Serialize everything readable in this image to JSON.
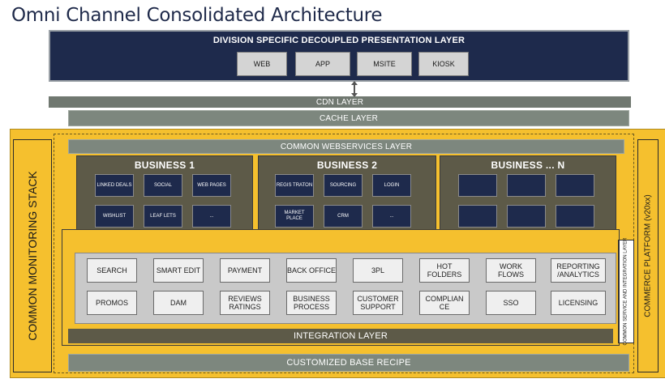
{
  "title": "Omni Channel Consolidated Architecture",
  "presentation": {
    "label": "DIVISION SPECIFIC DECOUPLED PRESENTATION LAYER",
    "channels": [
      "WEB",
      "APP",
      "MSITE",
      "KIOSK"
    ]
  },
  "layers": {
    "cdn": "CDN LAYER",
    "cache": "CACHE LAYER",
    "common_webservices": "COMMON WEBSERVICES LAYER",
    "integration": "INTEGRATION LAYER",
    "base_recipe": "CUSTOMIZED BASE RECIPE"
  },
  "side_labels": {
    "monitoring": "COMMON MONITORING STACK",
    "commerce": "COMMERCE PLATFORM (v20xx)",
    "service_integration": "COMMON SERVICE AND INTEGRATION LAYER"
  },
  "businesses": [
    {
      "title": "BUSINESS 1",
      "items": [
        "LINKED DEALS",
        "SOCIAL",
        "WEB PAGES",
        "WISHLIST",
        "LEAF LETS",
        "..."
      ]
    },
    {
      "title": "BUSINESS 2",
      "items": [
        "REGIS TRATON",
        "SOURCING",
        "LOGIN",
        "MARKET PLACE",
        "CRM",
        "..."
      ]
    },
    {
      "title": "BUSINESS ... N",
      "items": [
        "",
        "",
        "",
        "",
        "",
        ""
      ]
    }
  ],
  "services": [
    [
      "SEARCH",
      "SMART EDIT",
      "PAYMENT",
      "BACK OFFICE",
      "3PL",
      "HOT FOLDERS",
      "WORK FLOWS",
      "REPORTING /ANALYTICS"
    ],
    [
      "PROMOS",
      "DAM",
      "REVIEWS RATINGS",
      "BUSINESS PROCESS",
      "CUSTOMER SUPPORT",
      "COMPLIAN CE",
      "SSO",
      "LICENSING"
    ]
  ],
  "colors": {
    "navy": "#1e2a4c",
    "gold": "#f5c02e",
    "slate": "#7d877e",
    "olive": "#5d5a48"
  }
}
